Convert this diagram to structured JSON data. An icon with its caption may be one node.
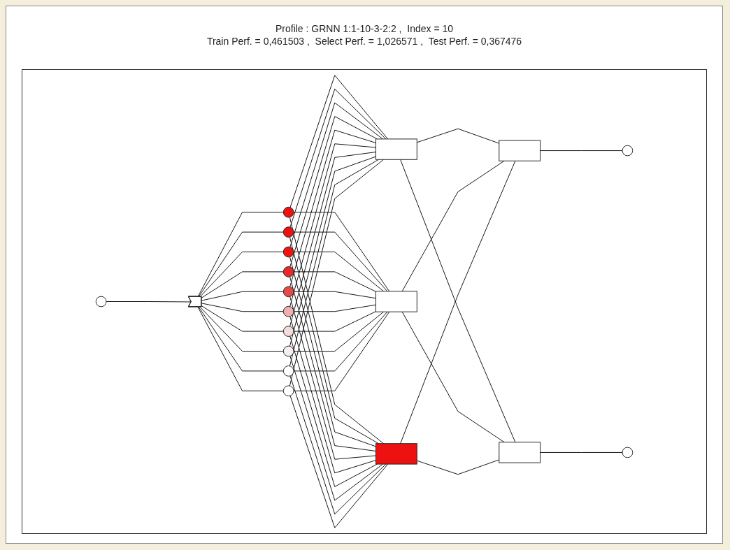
{
  "diagram": {
    "title": "Profile : GRNN 1:1-10-3-2:2 ,  Index = 10",
    "nodes": [
      {
        "text": [],
        "shape": "circle"
      },
      {
        "text": [],
        "shape": "triangle"
      },
      {
        "text": [],
        "shape": "circle"
      },
      {
        "text": [],
        "shape": "circle"
      },
      {
        "text": [],
        "shape": "circle"
      },
      {
        "text": [],
        "shape": "circle"
      },
      {
        "text": [],
        "shape": "circle"
      },
      {
        "text": [],
        "shape": "circle"
      },
      {
        "text": [],
        "shape": "circle"
      },
      {
        "text": [],
        "shape": "circle"
      },
      {
        "text": [],
        "shape": "circle"
      },
      {
        "text": [],
        "shape": "circle"
      },
      {
        "text": [],
        "shape": "box"
      },
      {
        "text": [],
        "shape": "box"
      },
      {
        "text": [],
        "shape": "box"
      },
      {
        "text": [],
        "shape": "box"
      },
      {
        "text": [],
        "shape": "box"
      },
      {
        "text": [],
        "shape": "circle"
      },
      {
        "text": [],
        "shape": "circle"
      }
    ],
    "edges": [
      {
        "from": 0,
        "to": 1,
        "arrow": "none"
      },
      {
        "from": 1,
        "to": 2,
        "arrow": "none"
      },
      {
        "from": 1,
        "to": 3,
        "arrow": "none"
      },
      {
        "from": 1,
        "to": 4,
        "arrow": "none"
      },
      {
        "from": 1,
        "to": 5,
        "arrow": "none"
      },
      {
        "from": 1,
        "to": 6,
        "arrow": "none"
      },
      {
        "from": 1,
        "to": 7,
        "arrow": "none"
      },
      {
        "from": 1,
        "to": 8,
        "arrow": "none"
      },
      {
        "from": 1,
        "to": 9,
        "arrow": "none"
      },
      {
        "from": 1,
        "to": 10,
        "arrow": "none"
      },
      {
        "from": 1,
        "to": 11,
        "arrow": "none"
      },
      {
        "from": 2,
        "to": 12,
        "arrow": "none"
      },
      {
        "from": 2,
        "to": 13,
        "arrow": "none"
      },
      {
        "from": 2,
        "to": 14,
        "arrow": "none"
      },
      {
        "from": 3,
        "to": 12,
        "arrow": "none"
      },
      {
        "from": 3,
        "to": 13,
        "arrow": "none"
      },
      {
        "from": 3,
        "to": 14,
        "arrow": "none"
      },
      {
        "from": 4,
        "to": 12,
        "arrow": "none"
      },
      {
        "from": 4,
        "to": 13,
        "arrow": "none"
      },
      {
        "from": 4,
        "to": 14,
        "arrow": "none"
      },
      {
        "from": 5,
        "to": 12,
        "arrow": "none"
      },
      {
        "from": 5,
        "to": 13,
        "arrow": "none"
      },
      {
        "from": 5,
        "to": 14,
        "arrow": "none"
      },
      {
        "from": 6,
        "to": 12,
        "arrow": "none"
      },
      {
        "from": 6,
        "to": 13,
        "arrow": "none"
      },
      {
        "from": 6,
        "to": 14,
        "arrow": "none"
      },
      {
        "from": 7,
        "to": 12,
        "arrow": "none"
      },
      {
        "from": 7,
        "to": 13,
        "arrow": "none"
      },
      {
        "from": 7,
        "to": 14,
        "arrow": "none"
      },
      {
        "from": 8,
        "to": 12,
        "arrow": "none"
      },
      {
        "from": 8,
        "to": 13,
        "arrow": "none"
      },
      {
        "from": 8,
        "to": 14,
        "arrow": "none"
      },
      {
        "from": 9,
        "to": 12,
        "arrow": "none"
      },
      {
        "from": 9,
        "to": 13,
        "arrow": "none"
      },
      {
        "from": 9,
        "to": 14,
        "arrow": "none"
      },
      {
        "from": 10,
        "to": 12,
        "arrow": "none"
      },
      {
        "from": 10,
        "to": 13,
        "arrow": "none"
      },
      {
        "from": 10,
        "to": 14,
        "arrow": "none"
      },
      {
        "from": 11,
        "to": 12,
        "arrow": "none"
      },
      {
        "from": 11,
        "to": 13,
        "arrow": "none"
      },
      {
        "from": 11,
        "to": 14,
        "arrow": "none"
      },
      {
        "from": 12,
        "to": 15,
        "arrow": "none"
      },
      {
        "from": 12,
        "to": 16,
        "arrow": "none"
      },
      {
        "from": 13,
        "to": 15,
        "arrow": "none"
      },
      {
        "from": 13,
        "to": 16,
        "arrow": "none"
      },
      {
        "from": 14,
        "to": 15,
        "arrow": "none"
      },
      {
        "from": 14,
        "to": 16,
        "arrow": "none"
      },
      {
        "from": 15,
        "to": 17,
        "arrow": "none"
      },
      {
        "from": 16,
        "to": 18,
        "arrow": "none"
      }
    ],
    "labels": [
      "Train Perf. = 0,461503 ,  Select Perf. = 1,026571 ,  Test Perf. = 0,367476"
    ]
  }
}
